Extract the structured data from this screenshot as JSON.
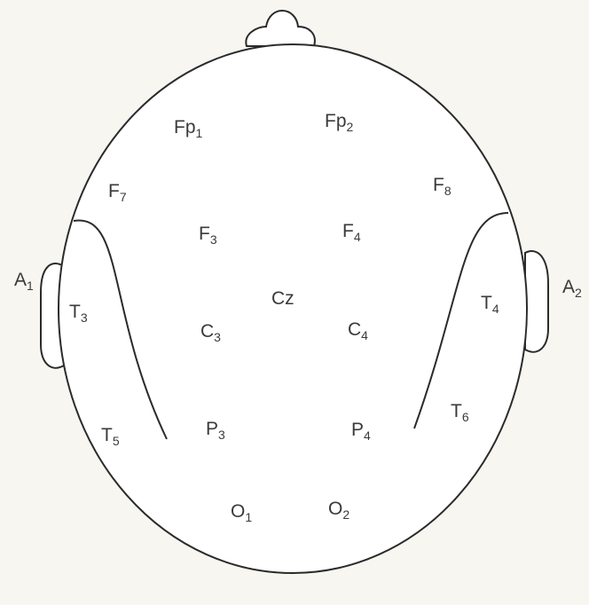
{
  "colors": {
    "background": "#f7f6f1",
    "head": "#ffffff",
    "stroke": "#2b2b2b",
    "text": "#3a3a3a"
  },
  "electrodes": [
    {
      "id": "fp1",
      "base": "Fp",
      "sub": "1"
    },
    {
      "id": "fp2",
      "base": "Fp",
      "sub": "2"
    },
    {
      "id": "f7",
      "base": "F",
      "sub": "7"
    },
    {
      "id": "f8",
      "base": "F",
      "sub": "8"
    },
    {
      "id": "f3",
      "base": "F",
      "sub": "3"
    },
    {
      "id": "f4",
      "base": "F",
      "sub": "4"
    },
    {
      "id": "cz",
      "base": "Cz",
      "sub": ""
    },
    {
      "id": "t3",
      "base": "T",
      "sub": "3"
    },
    {
      "id": "t4",
      "base": "T",
      "sub": "4"
    },
    {
      "id": "c3",
      "base": "C",
      "sub": "3"
    },
    {
      "id": "c4",
      "base": "C",
      "sub": "4"
    },
    {
      "id": "t5",
      "base": "T",
      "sub": "5"
    },
    {
      "id": "t6",
      "base": "T",
      "sub": "6"
    },
    {
      "id": "p3",
      "base": "P",
      "sub": "3"
    },
    {
      "id": "p4",
      "base": "P",
      "sub": "4"
    },
    {
      "id": "o1",
      "base": "O",
      "sub": "1"
    },
    {
      "id": "o2",
      "base": "O",
      "sub": "2"
    },
    {
      "id": "a1",
      "base": "A",
      "sub": "1"
    },
    {
      "id": "a2",
      "base": "A",
      "sub": "2"
    }
  ]
}
